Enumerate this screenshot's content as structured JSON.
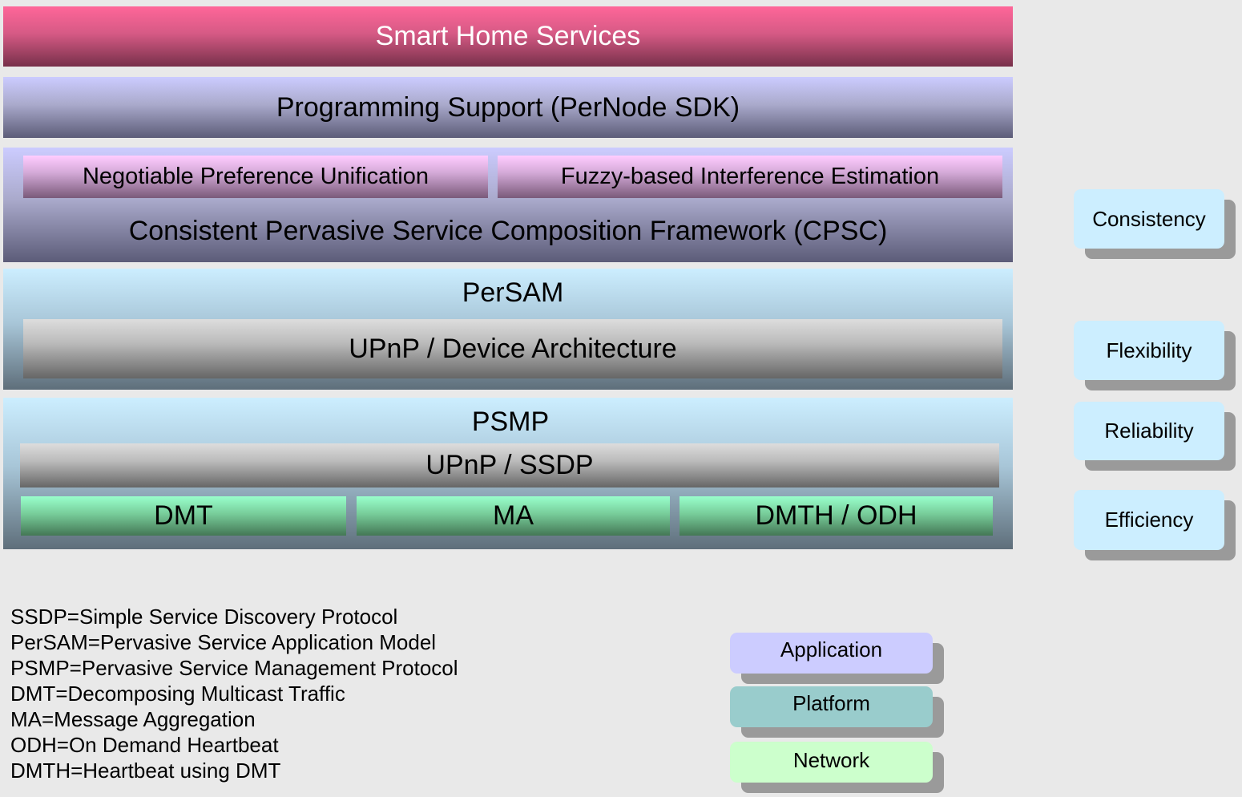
{
  "layers": {
    "smart_home": "Smart Home Services",
    "programming": "Programming Support (PerNode SDK)",
    "cpsc": {
      "title": "Consistent Pervasive Service Composition Framework (CPSC)",
      "npu": "Negotiable Preference Unification",
      "fie": "Fuzzy-based Interference Estimation"
    },
    "persam": {
      "title": "PerSAM",
      "upnp": "UPnP / Device Architecture"
    },
    "psmp": {
      "title": "PSMP",
      "upnp": "UPnP / SSDP",
      "dmt": "DMT",
      "ma": "MA",
      "dmth": "DMTH / ODH"
    }
  },
  "properties": [
    "Consistency",
    "Flexibility",
    "Reliability",
    "Efficiency"
  ],
  "abbreviations": [
    "SSDP=Simple Service Discovery Protocol",
    "PerSAM=Pervasive Service Application Model",
    "PSMP=Pervasive Service Management Protocol",
    "DMT=Decomposing Multicast Traffic",
    "MA=Message Aggregation",
    "ODH=On Demand Heartbeat",
    "DMTH=Heartbeat using DMT"
  ],
  "legend": [
    {
      "label": "Application",
      "color": "#ccccff"
    },
    {
      "label": "Platform",
      "color": "#99cccc"
    },
    {
      "label": "Network",
      "color": "#ccffcc"
    }
  ]
}
